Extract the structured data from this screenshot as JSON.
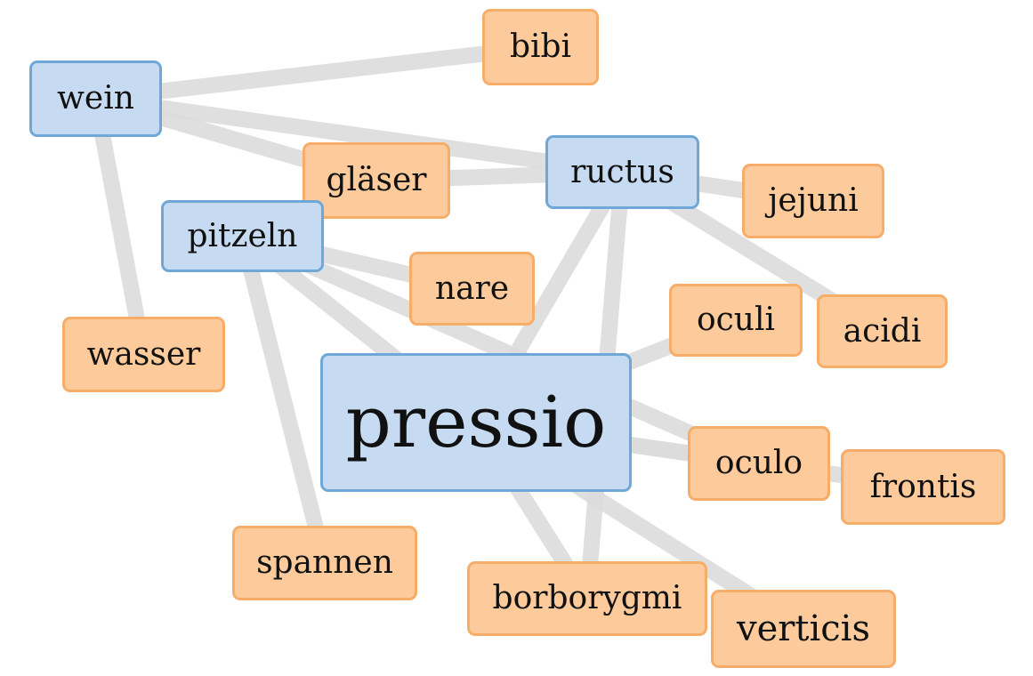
{
  "nodes": {
    "pressio": {
      "label": "pressio",
      "kind": "primary"
    },
    "wein": {
      "label": "wein",
      "kind": "primary"
    },
    "ructus": {
      "label": "ructus",
      "kind": "primary"
    },
    "pitzeln": {
      "label": "pitzeln",
      "kind": "primary"
    },
    "bibi": {
      "label": "bibi",
      "kind": "secondary"
    },
    "glaser": {
      "label": "gläser",
      "kind": "secondary"
    },
    "jejuni": {
      "label": "jejuni",
      "kind": "secondary"
    },
    "nare": {
      "label": "nare",
      "kind": "secondary"
    },
    "oculi": {
      "label": "oculi",
      "kind": "secondary"
    },
    "acidi": {
      "label": "acidi",
      "kind": "secondary"
    },
    "wasser": {
      "label": "wasser",
      "kind": "secondary"
    },
    "oculo": {
      "label": "oculo",
      "kind": "secondary"
    },
    "frontis": {
      "label": "frontis",
      "kind": "secondary"
    },
    "spannen": {
      "label": "spannen",
      "kind": "secondary"
    },
    "borborygmi": {
      "label": "borborygmi",
      "kind": "secondary"
    },
    "verticis": {
      "label": "verticis",
      "kind": "secondary"
    }
  },
  "edges": [
    {
      "from": "wein",
      "to": "bibi"
    },
    {
      "from": "wein",
      "to": "ructus"
    },
    {
      "from": "wein",
      "to": "glaser"
    },
    {
      "from": "wein",
      "to": "wasser"
    },
    {
      "from": "ructus",
      "to": "glaser"
    },
    {
      "from": "ructus",
      "to": "jejuni"
    },
    {
      "from": "ructus",
      "to": "acidi"
    },
    {
      "from": "ructus",
      "to": "pressio"
    },
    {
      "from": "ructus",
      "to": "borborygmi"
    },
    {
      "from": "pitzeln",
      "to": "nare"
    },
    {
      "from": "pitzeln",
      "to": "spannen"
    },
    {
      "from": "pitzeln",
      "to": "pressio"
    },
    {
      "from": "pitzeln",
      "to": "oculo"
    },
    {
      "from": "pressio",
      "to": "oculi"
    },
    {
      "from": "pressio",
      "to": "oculo"
    },
    {
      "from": "pressio",
      "to": "frontis"
    },
    {
      "from": "pressio",
      "to": "verticis"
    },
    {
      "from": "pressio",
      "to": "borborygmi"
    }
  ],
  "colors": {
    "edge": "#dcdcdc",
    "primary_fill": "#c6dbf1",
    "primary_border": "#6fa7d6",
    "secondary_fill": "#fdcb9b",
    "secondary_border": "#f7ad6a"
  }
}
